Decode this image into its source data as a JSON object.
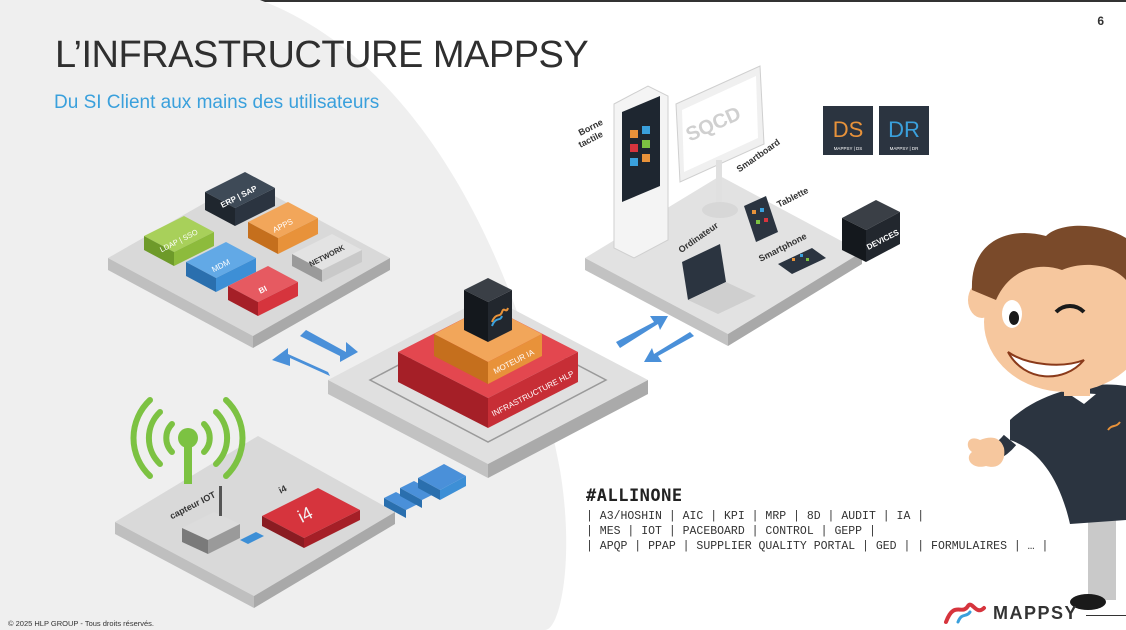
{
  "slide": {
    "page_number": "6",
    "title": "L’INFRASTRUCTURE MAPPSY",
    "subtitle": "Du SI Client aux mains des utilisateurs",
    "copyright": "© 2025 HLP GROUP - Tous droits réservés.",
    "logo_text": "MAPPSY"
  },
  "platform_si": {
    "blocks": [
      "ERP | SAP",
      "LDAP | SSO",
      "APPS",
      "MDM",
      "NETWORK",
      "BI"
    ]
  },
  "platform_core": {
    "layers": [
      "MOTEUR IA",
      "INFRASTRUCTURE HLP"
    ]
  },
  "platform_devices": {
    "labels": [
      "Borne tactile",
      "Smartboard",
      "Tablette",
      "Ordinateur",
      "Smartphone",
      "DEVICES"
    ],
    "borne": [
      "Borne",
      "tactile"
    ],
    "smartboard_screen": "SQCD",
    "apps": [
      {
        "code": "DS",
        "caption": "MAPPSY | DS"
      },
      {
        "code": "DR",
        "caption": "MAPPSY | DR"
      }
    ]
  },
  "platform_iot": {
    "labels": [
      "capteur IOT",
      "i4"
    ],
    "i4_board_text": "i4"
  },
  "allinone": {
    "hashtag": "#ALLINONE",
    "lines": [
      "| A3/HOSHIN | AIC | KPI | MRP | 8D | AUDIT | IA |",
      "| MES | IOT | PACEBOARD | CONTROL | GEPP |",
      "| APQP | PPAP | SUPPLIER QUALITY PORTAL | GED | | FORMULAIRES | … |"
    ]
  },
  "colors": {
    "accent_blue": "#3aa0dc",
    "arrow_blue": "#4a90d9",
    "erp_dark": "#2b3440",
    "ldap_green": "#8dbb3c",
    "apps_orange": "#e8923a",
    "mdm_blue": "#3d8fd6",
    "network_grey": "#c9c9c9",
    "bi_red": "#d6343d",
    "iot_green": "#7cc242"
  }
}
